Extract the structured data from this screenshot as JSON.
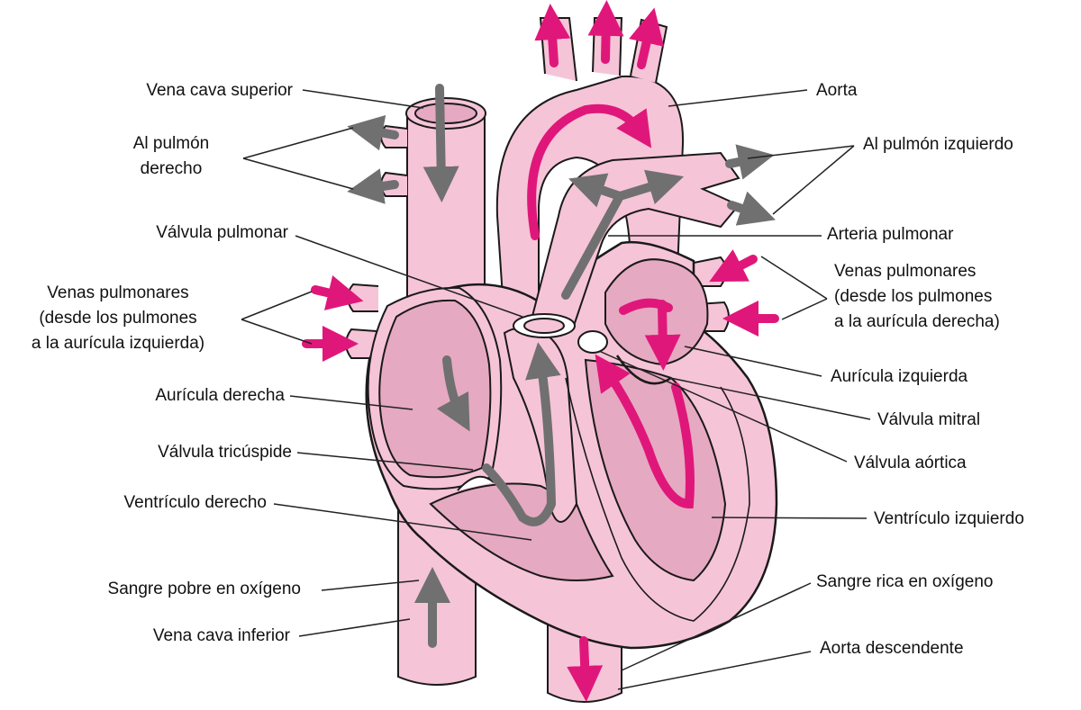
{
  "colors": {
    "tissue": "#f6c4d7",
    "tissue_dark": "#e9a2bf",
    "chamber": "#e6a9c2",
    "outline": "#1a1a1a",
    "oxygen_rich_arrow": "#e0177a",
    "oxygen_poor_arrow": "#707070",
    "leader_line": "#222222"
  },
  "icons": {
    "oxygen_rich_flow": "magenta-arrow-icon",
    "oxygen_poor_flow": "gray-arrow-icon"
  },
  "labels": {
    "vena_cava_superior": "Vena cava superior",
    "al_pulmon_derecho": [
      "Al pulmón",
      "derecho"
    ],
    "valvula_pulmonar": "Válvula pulmonar",
    "venas_pulmonares_izq": [
      "Venas pulmonares",
      "(desde los pulmones",
      "a la aurícula izquierda)"
    ],
    "auricula_derecha": "Aurícula derecha",
    "valvula_tricuspide": "Válvula tricúspide",
    "ventriculo_derecho": "Ventrículo derecho",
    "sangre_pobre": "Sangre pobre en oxígeno",
    "vena_cava_inferior": "Vena cava inferior",
    "aorta": "Aorta",
    "al_pulmon_izquierdo": "Al pulmón izquierdo",
    "arteria_pulmonar": "Arteria pulmonar",
    "venas_pulmonares_der": [
      "Venas pulmonares",
      "(desde los pulmones",
      "a la aurícula derecha)"
    ],
    "auricula_izquierda": "Aurícula izquierda",
    "valvula_mitral": "Válvula mitral",
    "valvula_aortica": "Válvula aórtica",
    "ventriculo_izquierdo": "Ventrículo izquierdo",
    "sangre_rica": "Sangre rica en oxígeno",
    "aorta_descendente": "Aorta descendente"
  }
}
